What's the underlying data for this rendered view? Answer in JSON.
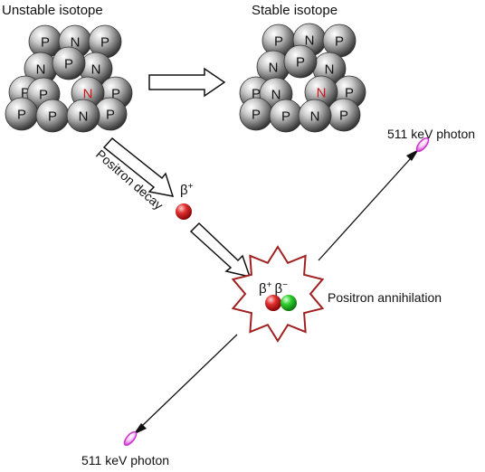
{
  "titles": {
    "unstable": "Unstable isotope",
    "stable": "Stable isotope"
  },
  "labels": {
    "positron_decay": "Positron decay",
    "beta_plus": "β",
    "beta_plus_sup": "+",
    "pair_plus": "β",
    "pair_plus_sup": "+",
    "pair_minus": "β",
    "pair_minus_sup": "−",
    "annihilation": "Positron annihilation",
    "photon_top": "511 keV photon",
    "photon_bottom": "511 keV photon"
  },
  "unstable_nucleus": [
    "P",
    "N",
    "P",
    "N",
    "P",
    "N",
    "P",
    "P",
    "N",
    "P",
    "P",
    "P",
    "N",
    "P"
  ],
  "stable_nucleus": [
    "P",
    "N",
    "P",
    "N",
    "P",
    "N",
    "P",
    "N",
    "N",
    "P",
    "P",
    "P",
    "N",
    "P"
  ],
  "colors": {
    "positron": "#d42222",
    "electron": "#22c222",
    "star_outline": "#a02020",
    "photon": "#cc33cc",
    "highlight_letter": "#c8161d"
  },
  "icons": {
    "positron": "red-sphere",
    "electron": "green-sphere",
    "photon": "magenta-ellipse"
  }
}
